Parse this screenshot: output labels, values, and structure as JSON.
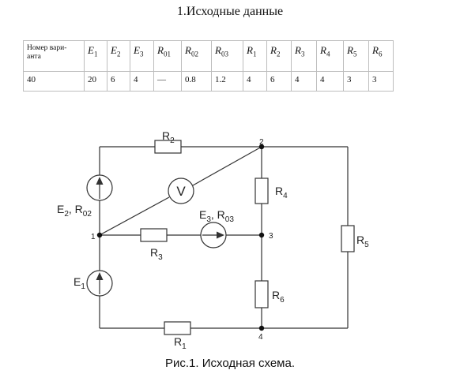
{
  "heading": "1.Исходные данные",
  "table": {
    "variant_header": "Номер вари-\nанта",
    "headers": [
      {
        "sym": "E",
        "sub": "1"
      },
      {
        "sym": "E",
        "sub": "2"
      },
      {
        "sym": "E",
        "sub": "3"
      },
      {
        "sym": "R",
        "sub": "01"
      },
      {
        "sym": "R",
        "sub": "02"
      },
      {
        "sym": "R",
        "sub": "03"
      },
      {
        "sym": "R",
        "sub": "1"
      },
      {
        "sym": "R",
        "sub": "2"
      },
      {
        "sym": "R",
        "sub": "3"
      },
      {
        "sym": "R",
        "sub": "4"
      },
      {
        "sym": "R",
        "sub": "5"
      },
      {
        "sym": "R",
        "sub": "6"
      }
    ],
    "row": [
      "40",
      "20",
      "6",
      "4",
      "—",
      "0.8",
      "1.2",
      "4",
      "6",
      "4",
      "4",
      "3",
      "3"
    ]
  },
  "circuit": {
    "labels": {
      "r2": {
        "main": "R",
        "sub": "2"
      },
      "r4": {
        "main": "R",
        "sub": "4"
      },
      "r5": {
        "main": "R",
        "sub": "5"
      },
      "r6": {
        "main": "R",
        "sub": "6"
      },
      "r3": {
        "main": "R",
        "sub": "3"
      },
      "r1": {
        "main": "R",
        "sub": "1"
      },
      "e1": {
        "main": "E",
        "sub": "1"
      },
      "e2": {
        "main": "E",
        "sub1": "2",
        "mid": ", R",
        "sub2": "02"
      },
      "e3": {
        "main": "E",
        "sub1": "3",
        "mid": ", R",
        "sub2": "03"
      },
      "voltmeter": "V"
    },
    "nodes": {
      "n1": "1",
      "n2": "2",
      "n3": "3",
      "n4": "4"
    }
  },
  "caption": "Рис.1. Исходная схема."
}
